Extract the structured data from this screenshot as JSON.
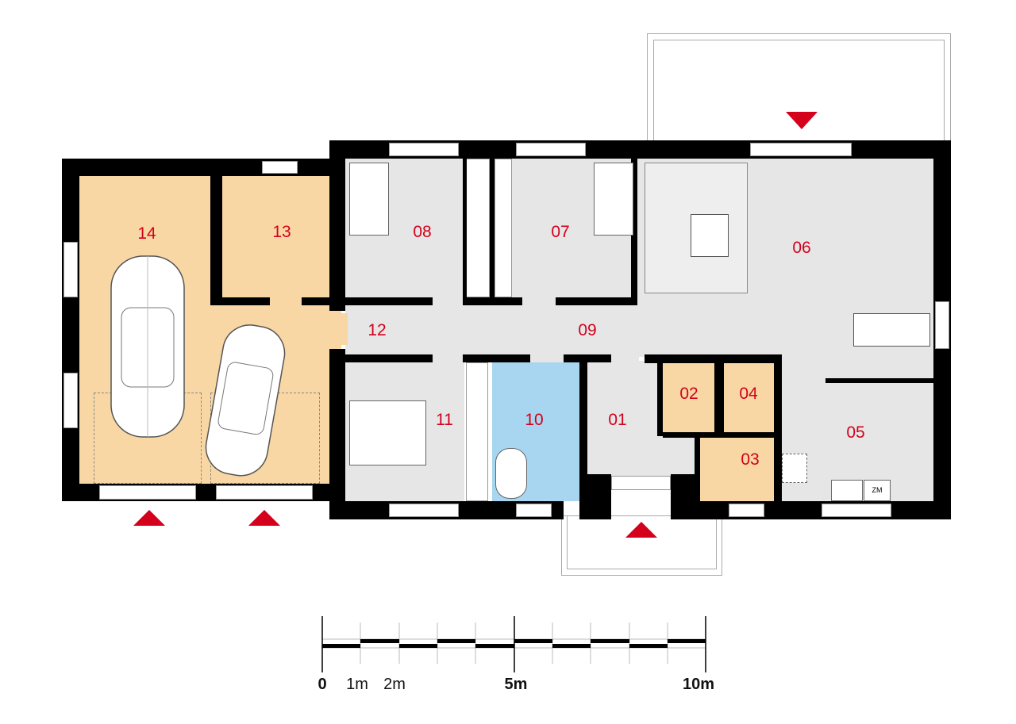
{
  "plan": {
    "rooms": [
      {
        "id": "01"
      },
      {
        "id": "02"
      },
      {
        "id": "03"
      },
      {
        "id": "04"
      },
      {
        "id": "05"
      },
      {
        "id": "06"
      },
      {
        "id": "07"
      },
      {
        "id": "08"
      },
      {
        "id": "09"
      },
      {
        "id": "10"
      },
      {
        "id": "11"
      },
      {
        "id": "12"
      },
      {
        "id": "13"
      },
      {
        "id": "14"
      }
    ],
    "appliance_label": "ZM",
    "colors": {
      "label": "#d4001c",
      "garage": "#f8d7a4",
      "bathroom": "#a8d6f0",
      "living": "#e6e6e6",
      "wall": "#000000"
    }
  },
  "scale_bar": {
    "labels": [
      "0",
      "1m",
      "2m",
      "5m",
      "10m"
    ]
  }
}
